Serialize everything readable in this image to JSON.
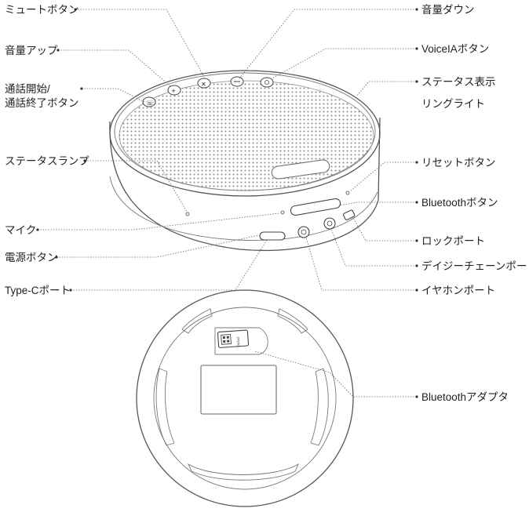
{
  "labels": {
    "mute_button": "ミュートボタン",
    "volume_up": "音量アップ",
    "call_button_line1": "通話開始/",
    "call_button_line2": "通話終了ボタン",
    "status_lamp": "ステータスランプ",
    "mic": "マイク",
    "power_button": "電源ボタン",
    "type_c_port": "Type-Cポート",
    "volume_down": "音量ダウン",
    "voiceia_button": "VoiceIAボタン",
    "status_ring_line1": "ステータス表示",
    "status_ring_line2": "リングライト",
    "reset_button": "リセットボタン",
    "bluetooth_button": "Bluetoothボタン",
    "lock_port": "ロックポート",
    "daisy_chain_port": "デイジーチェーンポート",
    "earphone_port": "イヤホンポート",
    "bluetooth_adapter": "Bluetoothアダプタ",
    "adapter_text": "OTOIO"
  }
}
